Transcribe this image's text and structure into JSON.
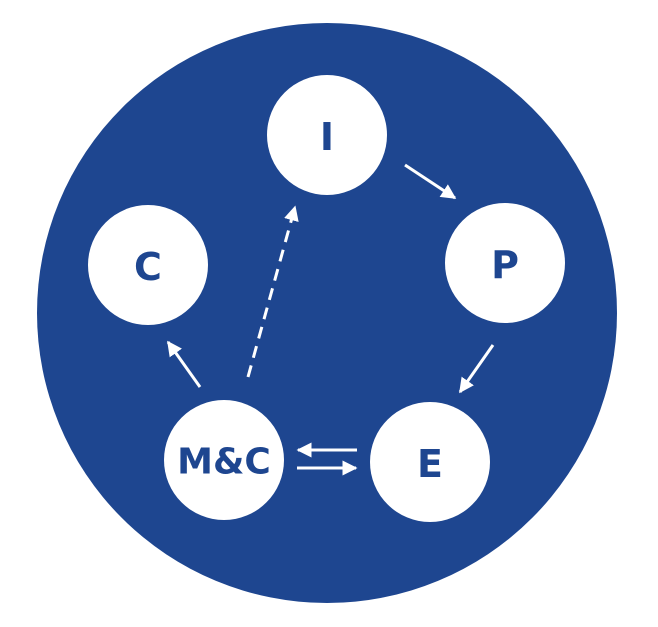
{
  "colors": {
    "background": "#1e4690",
    "node": "#ffffff",
    "arrow": "#ffffff",
    "text": "#1e4690"
  },
  "nodes": {
    "i": "I",
    "p": "P",
    "e": "E",
    "mc": "M&C",
    "c": "C"
  },
  "edges": [
    {
      "from": "I",
      "to": "P",
      "style": "solid"
    },
    {
      "from": "P",
      "to": "E",
      "style": "solid"
    },
    {
      "from": "E",
      "to": "M&C",
      "style": "solid"
    },
    {
      "from": "M&C",
      "to": "E",
      "style": "solid"
    },
    {
      "from": "M&C",
      "to": "C",
      "style": "solid"
    },
    {
      "from": "M&C",
      "to": "I",
      "style": "dashed"
    }
  ]
}
